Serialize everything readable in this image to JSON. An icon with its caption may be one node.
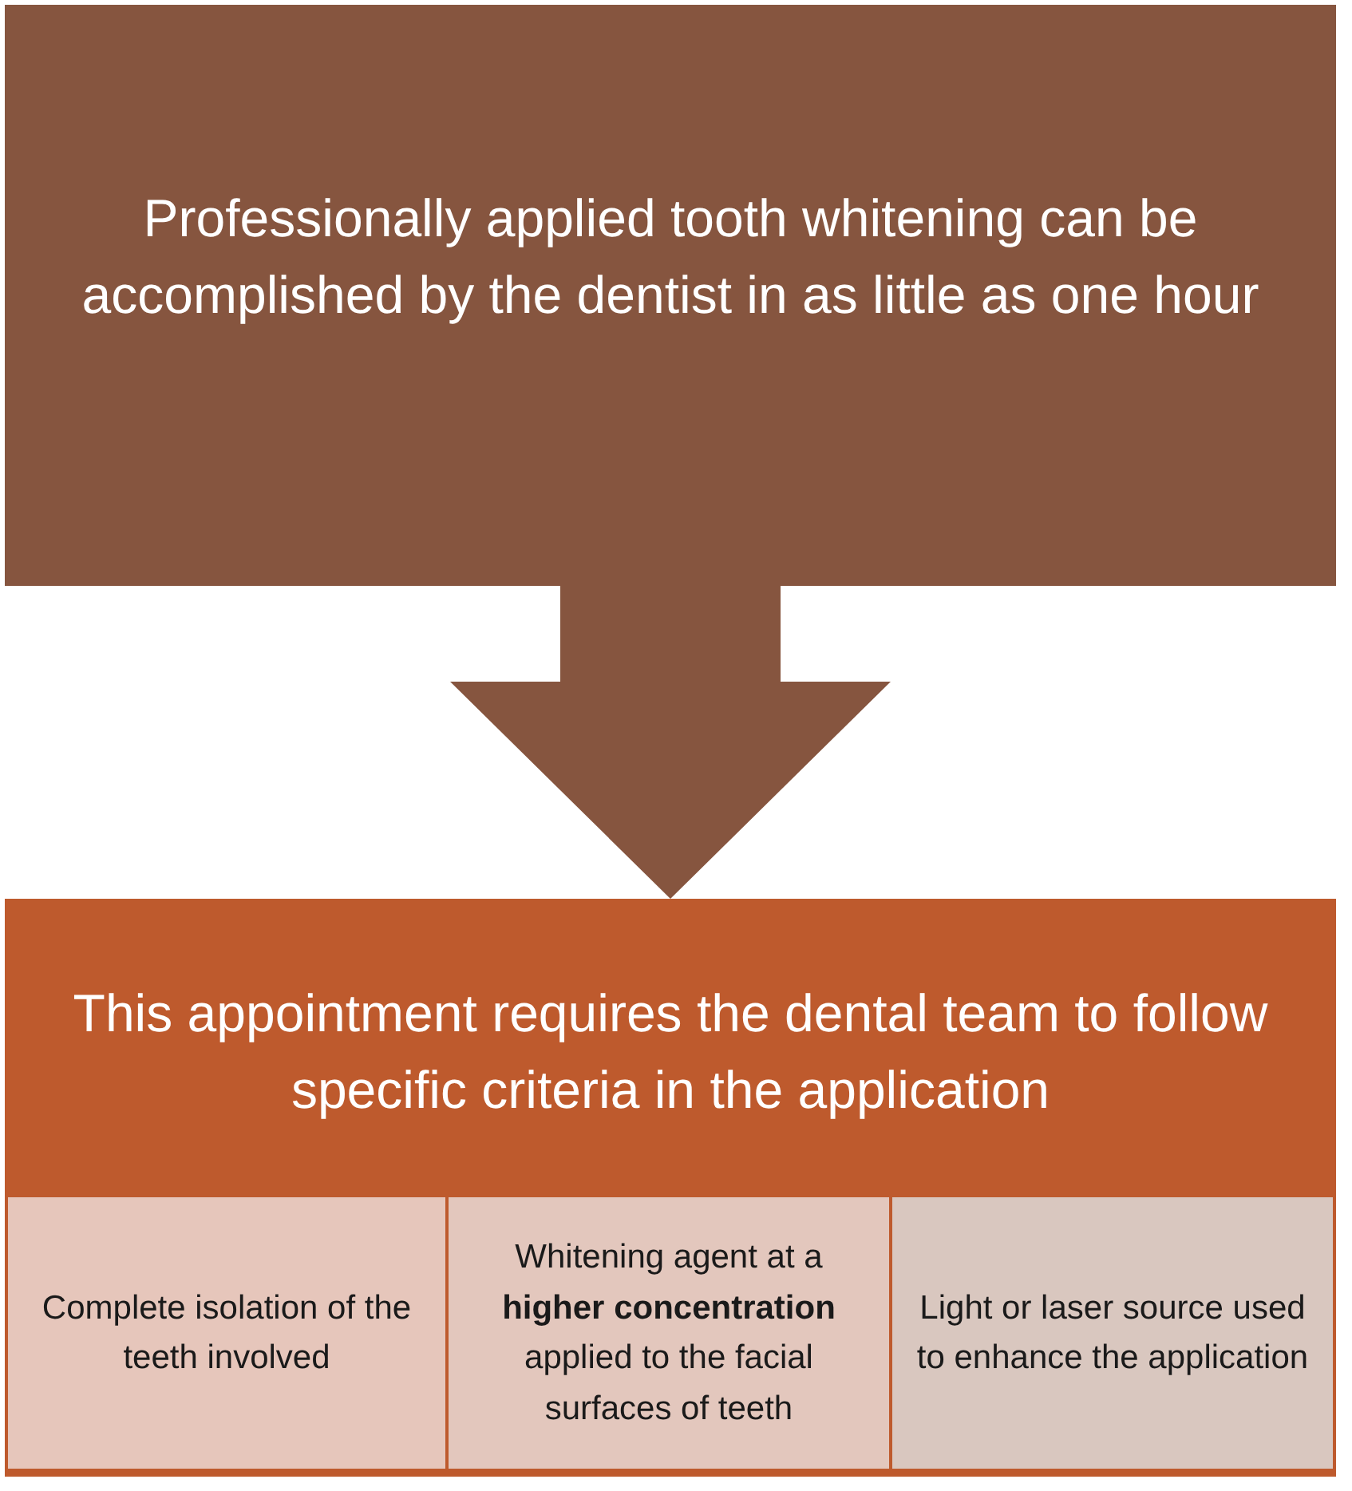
{
  "diagram": {
    "nodes": [
      {
        "text": [
          "Professionally applied tooth whitening can be accomplished by the dentist in as little as one hour"
        ]
      },
      {
        "text": [
          "This appointment requires the dental team to follow specific criteria in the application"
        ]
      },
      {
        "text": [
          "Complete isolation of the teeth involved"
        ],
        "in": 1
      },
      {
        "text": [
          "Whitening agent at a **higher concentration** applied to the facial surfaces of teeth"
        ],
        "in": 1
      },
      {
        "text": [
          "Light or laser source used to enhance the application"
        ],
        "in": 1
      }
    ],
    "edges": [
      {
        "from": 0,
        "to": 1,
        "arrow": "to",
        "style": "thick"
      }
    ]
  }
}
